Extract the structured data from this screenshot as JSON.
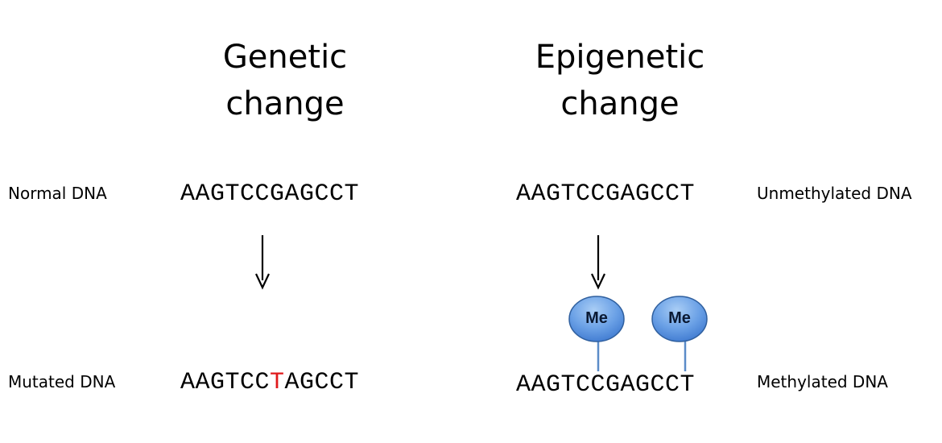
{
  "headings": {
    "genetic": [
      "Genetic",
      "change"
    ],
    "epigenetic": [
      "Epigenetic",
      "change"
    ]
  },
  "labels": {
    "normal": "Normal DNA",
    "mutated": "Mutated DNA",
    "unmethylated": "Unmethylated DNA",
    "methylated": "Methylated DNA"
  },
  "sequences": {
    "normal": "AAGTCCGAGCCT",
    "mutated_prefix": "AAGTCC",
    "mutated_base": "T",
    "mutated_suffix": "AGCCT",
    "unmethylated": "AAGTCCGAGCCT",
    "methylated": "AAGTCCGAGCCT"
  },
  "methyl_groups": [
    "Me",
    "Me"
  ],
  "colors": {
    "mutation": "#e0191b",
    "methyl_fill_light": "#9cc4f2",
    "methyl_fill_dark": "#3f7bd4",
    "methyl_stroke": "#2f5f9e",
    "stem": "#5b8cc8"
  }
}
